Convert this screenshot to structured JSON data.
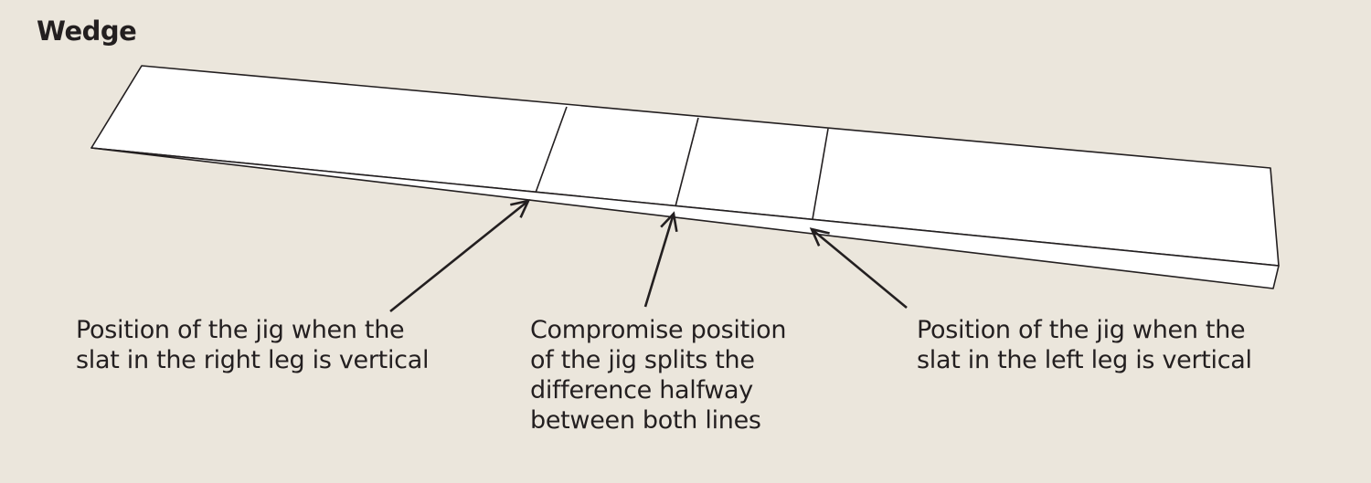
{
  "title": "Wedge",
  "labels": {
    "left": "Position of the jig when the\nslat in the right leg is vertical",
    "middle": "Compromise position\nof the jig splits the\ndifference halfway\nbetween both lines",
    "right": "Position of the jig when the\nslat in the left leg is vertical"
  },
  "colors": {
    "background": "#ebe6dc",
    "wedge_fill": "#ffffff",
    "stroke": "#231f20"
  }
}
